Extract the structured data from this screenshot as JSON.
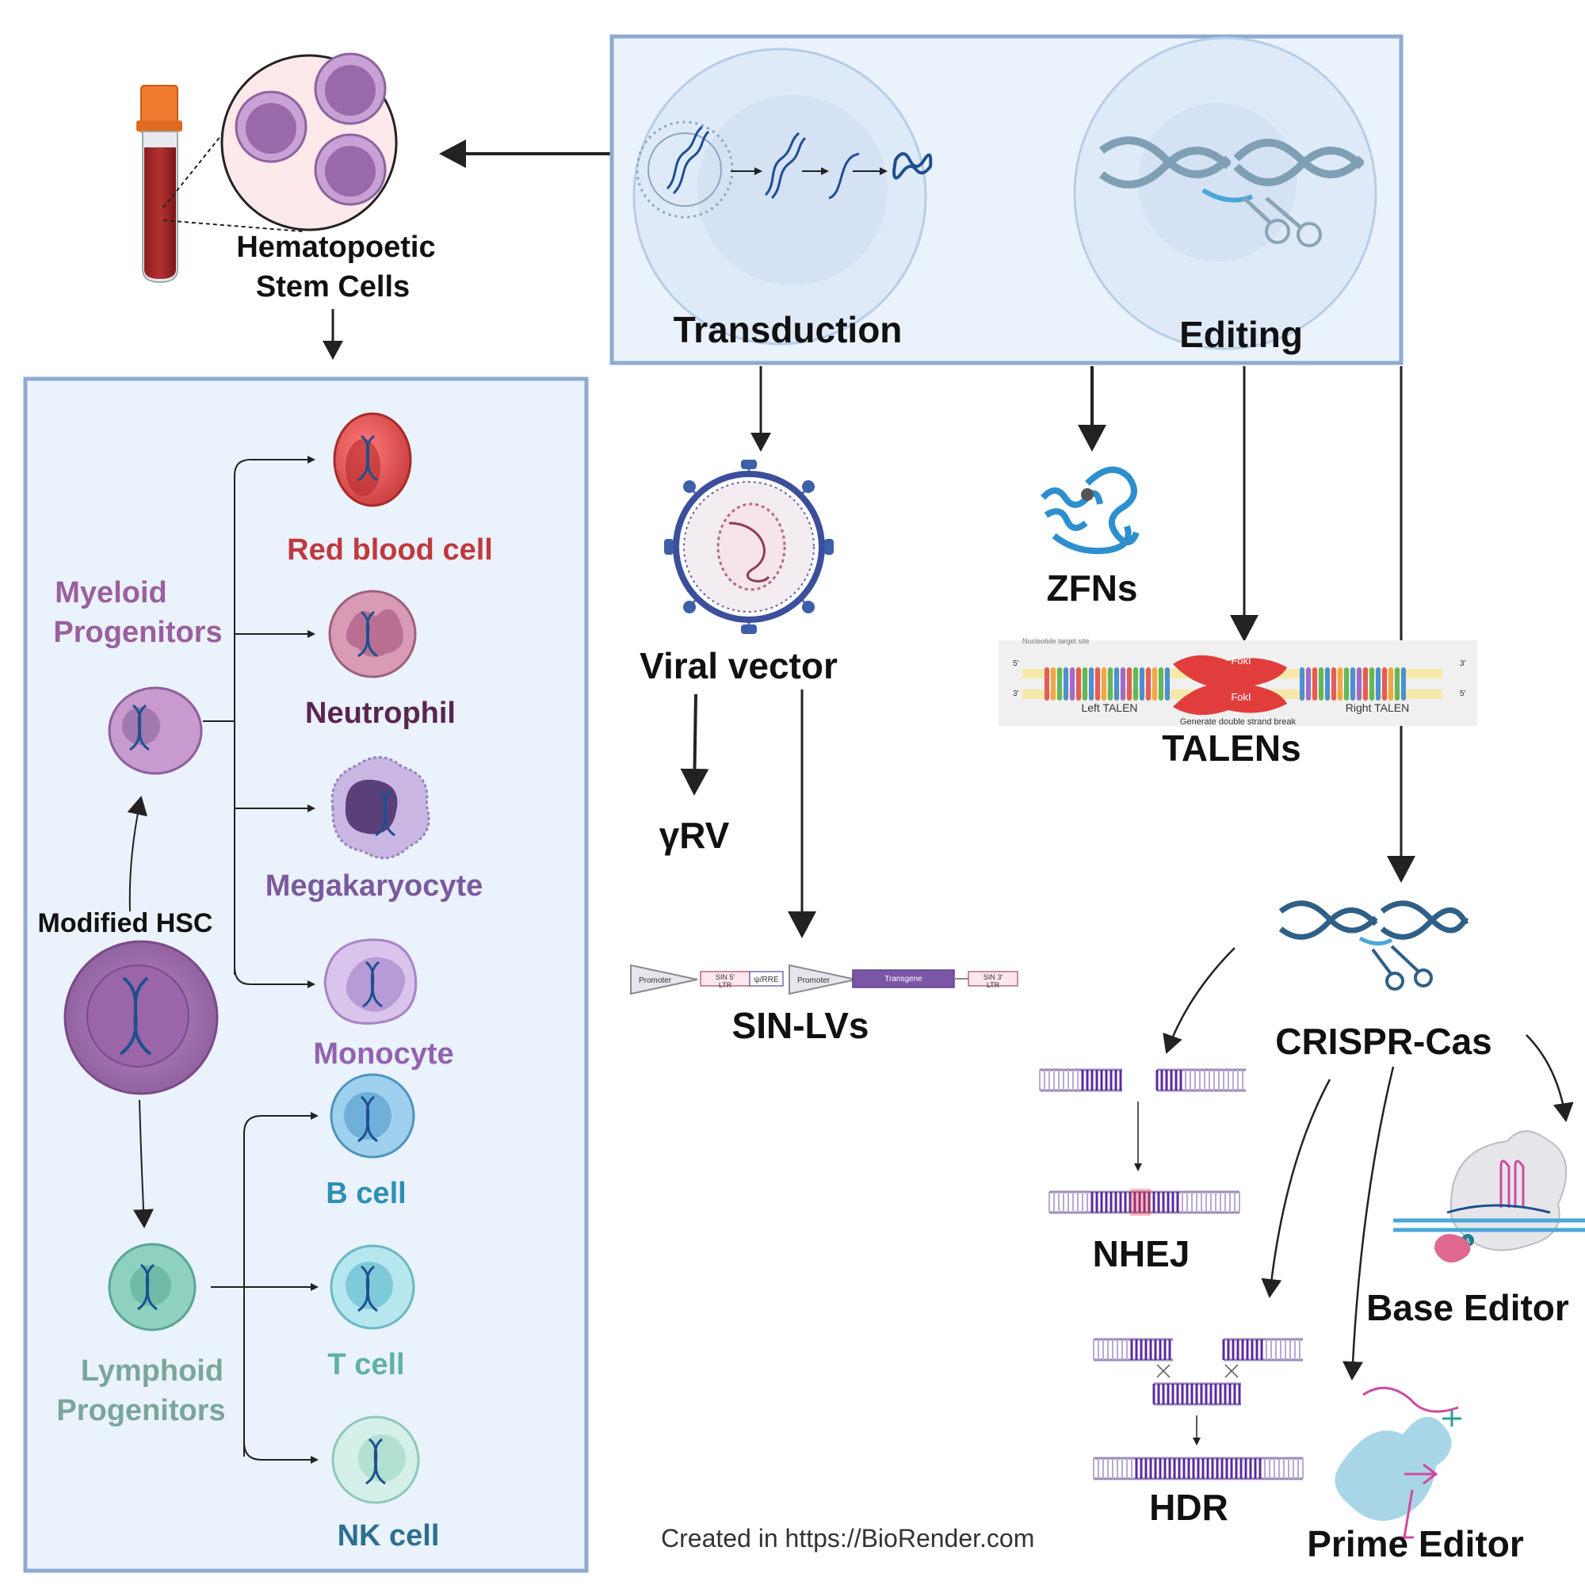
{
  "hsc": {
    "title_line1": "Hematopoetic",
    "title_line2": "Stem Cells"
  },
  "methods": {
    "transduction": "Transduction",
    "editing": "Editing"
  },
  "lineage": {
    "myeloid_line1": "Myeloid",
    "myeloid_line2": "Progenitors",
    "modified_hsc": "Modified HSC",
    "lymphoid_line1": "Lymphoid",
    "lymphoid_line2": "Progenitors",
    "cells": {
      "red_blood_cell": "Red blood cell",
      "neutrophil": "Neutrophil",
      "megakaryocyte": "Megakaryocyte",
      "monocyte": "Monocyte",
      "b_cell": "B cell",
      "t_cell": "T cell",
      "nk_cell": "NK cell"
    }
  },
  "vectors": {
    "viral_vector": "Viral vector",
    "grv": "γRV",
    "sin_lvs": "SIN-LVs",
    "construct": {
      "promoter1": "Promoter",
      "sin5_line1": "SIN 5'",
      "sin5_line2": "LTR",
      "psi_rre": "ψ/RRE",
      "promoter2": "Promoter",
      "transgene": "Transgene",
      "sin3_line1": "SIN 3'",
      "sin3_line2": "LTR"
    }
  },
  "editing_tools": {
    "zfns": "ZFNs",
    "talens": "TALENs",
    "talen_panel": {
      "top_caption": "Nucleotide target site",
      "fok_top": "FokI",
      "fok_bottom": "FokI",
      "left": "Left TALEN",
      "right": "Right TALEN",
      "bottom_caption": "Generate double strand break",
      "five_left": "5'",
      "three_left": "3'",
      "three_right": "3'",
      "five_right": "5'"
    },
    "crispr": "CRISPR-Cas",
    "nhej": "NHEJ",
    "hdr": "HDR",
    "base_editor": "Base Editor",
    "base_editor_mark": "A",
    "prime_editor": "Prime Editor"
  },
  "credit": "Created in  https://BioRender.com",
  "colors": {
    "panel_fill": "#eaf2fb",
    "panel_border": "#8faad0",
    "arrow": "#222222",
    "red_label": "#c0393f",
    "purple_dark": "#5a2451",
    "purple_label": "#8a5a9a",
    "megakaryocyte_label": "#7a5a9e",
    "monocyte_label": "#9262b0",
    "myeloid_label": "#9a5f9e",
    "teal_label": "#7aa69a",
    "b_cell_label": "#2d8fb3",
    "t_cell_label": "#5fb1a8",
    "nk_cell_label": "#2d6f8f",
    "dna_blue": "#1e4f8f",
    "helix_grey": "#7f9fb5"
  }
}
